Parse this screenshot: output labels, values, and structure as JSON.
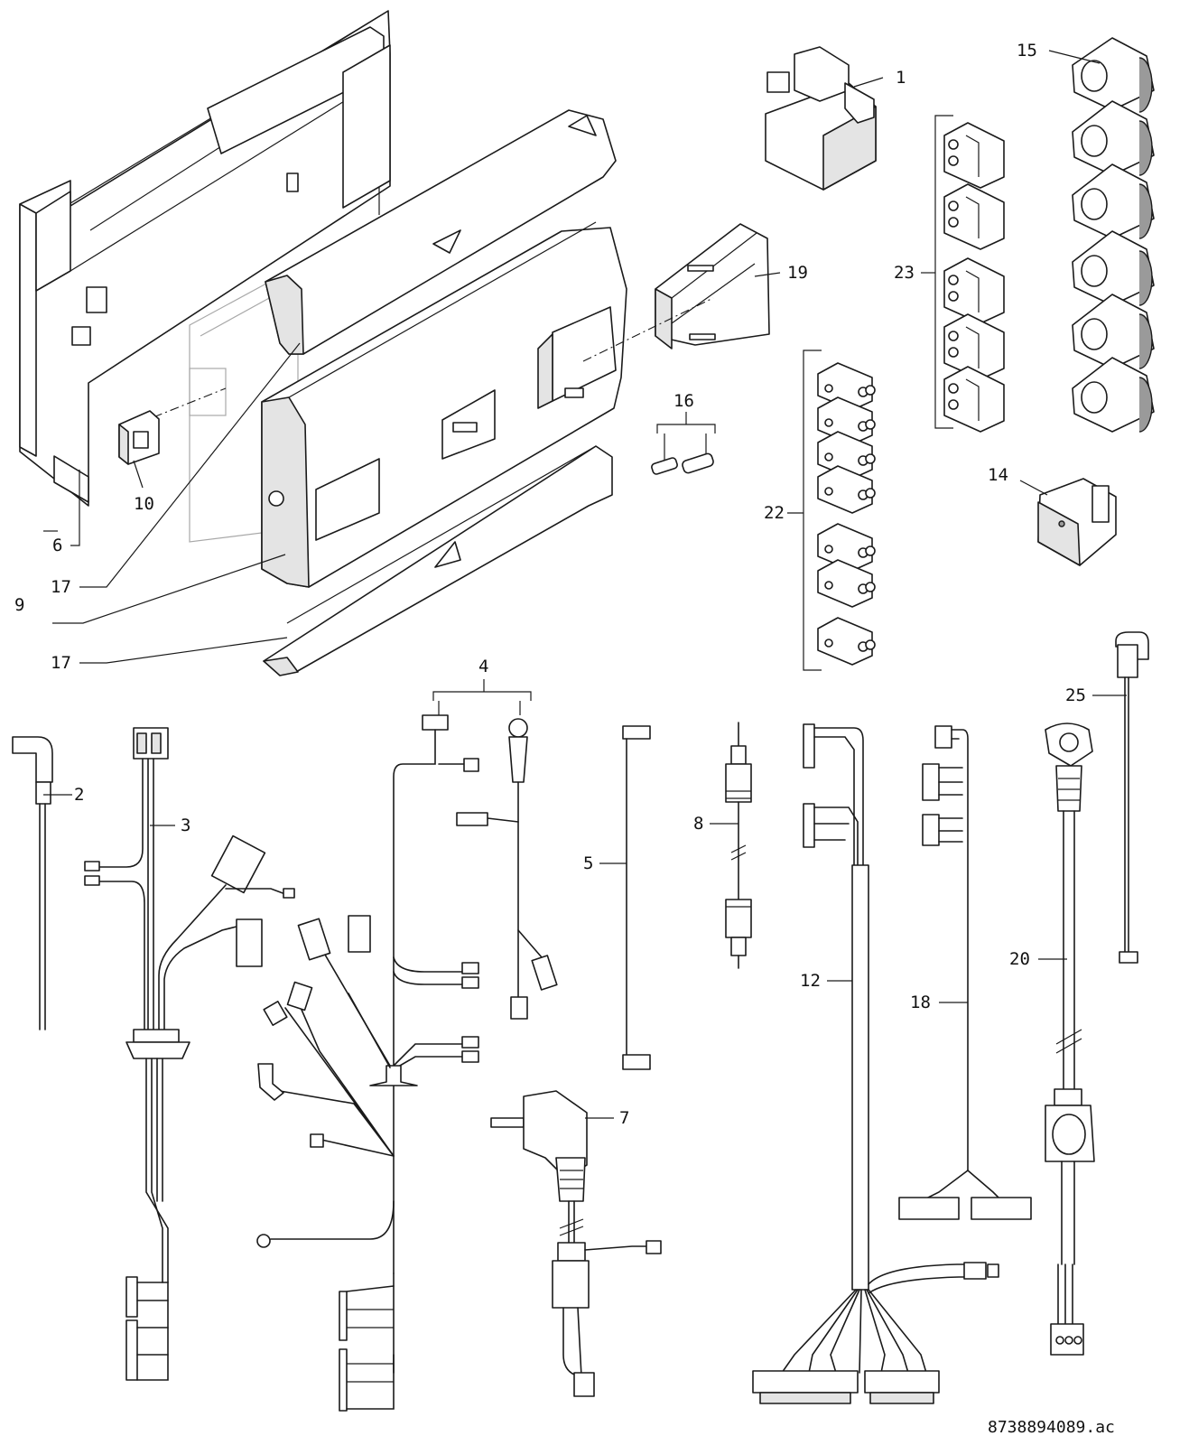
{
  "document_ref": "8738894089.ac",
  "callouts": {
    "c1": "1",
    "c2": "2",
    "c3": "3",
    "c4": "4",
    "c5": "5",
    "c6": "6",
    "c7": "7",
    "c8": "8",
    "c9": "9",
    "c10": "10",
    "c12": "12",
    "c14": "14",
    "c15": "15",
    "c16": "16",
    "c17a": "17",
    "c17b": "17",
    "c18": "18",
    "c19": "19",
    "c20": "20",
    "c22": "22",
    "c23": "23",
    "c25": "25"
  }
}
